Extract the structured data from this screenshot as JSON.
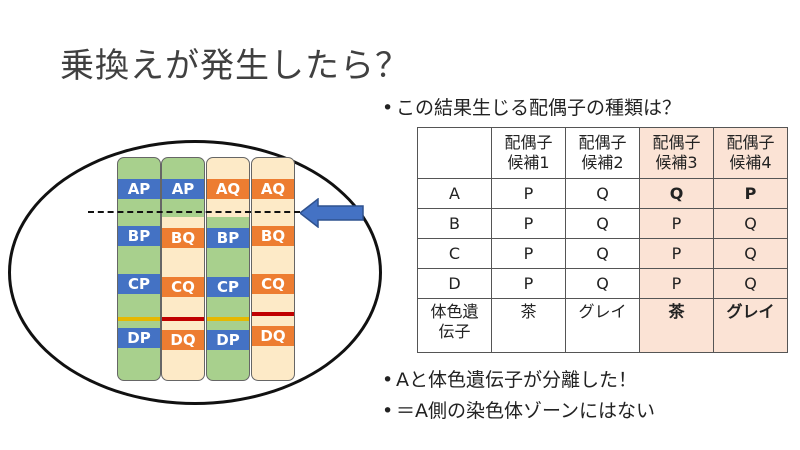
{
  "title": "乗換えが発生したら？",
  "bullets": {
    "question": "この結果生じる配偶子の種類は？",
    "conclusion1": "Aと体色遺伝子が分離した！",
    "conclusion2": "＝A側の染色体ゾーンにはない"
  },
  "table": {
    "headers": [
      "",
      "配偶子\n候補1",
      "配偶子\n候補2",
      "配偶子\n候補3",
      "配偶子\n候補4"
    ],
    "rows": [
      {
        "gene": "A",
        "cells": [
          "P",
          "Q",
          "Q",
          "P"
        ]
      },
      {
        "gene": "B",
        "cells": [
          "P",
          "Q",
          "P",
          "Q"
        ]
      },
      {
        "gene": "C",
        "cells": [
          "P",
          "Q",
          "P",
          "Q"
        ]
      },
      {
        "gene": "D",
        "cells": [
          "P",
          "Q",
          "P",
          "Q"
        ]
      }
    ],
    "color_row": {
      "gene": "体色遺\n伝子",
      "cells": [
        "茶",
        "グレイ",
        "茶",
        "グレイ"
      ]
    }
  },
  "chromosomes": [
    {
      "labels": [
        "AP",
        "BP",
        "CP",
        "DP"
      ]
    },
    {
      "labels": [
        "AP",
        "BQ",
        "CQ",
        "DQ"
      ]
    },
    {
      "labels": [
        "AQ",
        "BP",
        "CP",
        "DP"
      ]
    },
    {
      "labels": [
        "AQ",
        "BQ",
        "CQ",
        "DQ"
      ]
    }
  ],
  "colors": {
    "blue": "#4472c4",
    "orange": "#ed7d31",
    "green": "#a8d08d",
    "cream": "#fdeac7",
    "highlight": "#fbe3d5",
    "yellow_band": "#e6b800",
    "red_band": "#c00000",
    "arrow": "#4472c4"
  }
}
